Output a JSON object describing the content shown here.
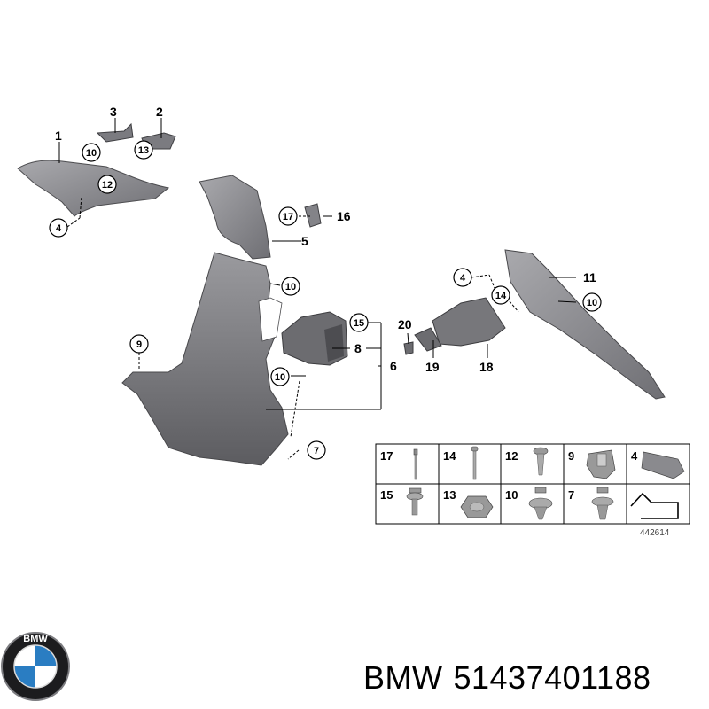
{
  "diagram_number": "442614",
  "brand": "BMW",
  "part_number": "51437401188",
  "logo_text": "BMW",
  "callouts": {
    "c1": "1",
    "c2": "2",
    "c3": "3",
    "c4a": "4",
    "c4b": "4",
    "c5": "5",
    "c6": "6",
    "c7": "7",
    "c8": "8",
    "c9": "9",
    "c10a": "10",
    "c10b": "10",
    "c10c": "10",
    "c10d": "10",
    "c11": "11",
    "c12": "12",
    "c13": "13",
    "c14": "14",
    "c15": "15",
    "c16": "16",
    "c17": "17",
    "c18": "18",
    "c19": "19",
    "c20": "20"
  },
  "fastener_table": {
    "row1": [
      "17",
      "14",
      "12",
      "9",
      "4"
    ],
    "row2": [
      "15",
      "13",
      "10",
      "7",
      ""
    ]
  },
  "colors": {
    "panel": "#8e8e93",
    "panel_dark": "#5f5f63",
    "line": "#000000"
  }
}
